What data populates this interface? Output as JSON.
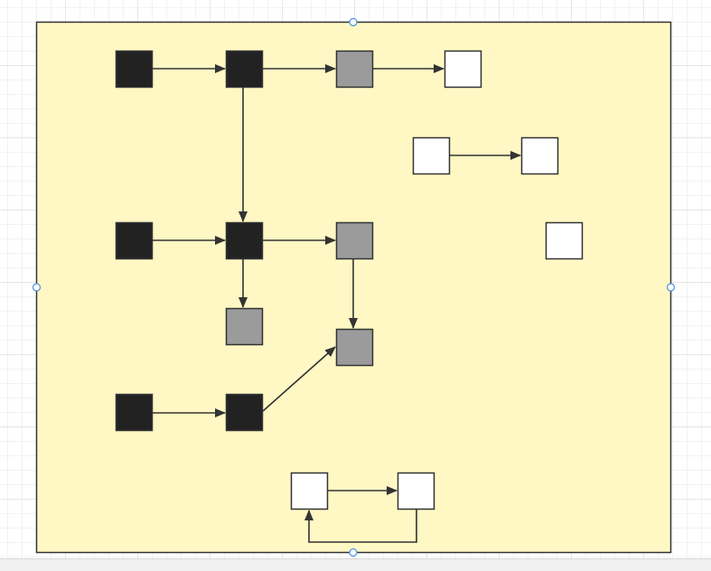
{
  "colors": {
    "container_fill": "#fff8c4",
    "container_stroke": "#333333",
    "node_black": "#222222",
    "node_gray": "#9b9b9b",
    "node_white": "#ffffff",
    "node_stroke": "#333333",
    "edge": "#333333",
    "handle_stroke": "#4a90e2"
  },
  "diagram": {
    "nodes": [
      {
        "id": "n1",
        "fill": "black"
      },
      {
        "id": "n2",
        "fill": "black"
      },
      {
        "id": "n3",
        "fill": "gray"
      },
      {
        "id": "n4",
        "fill": "white"
      },
      {
        "id": "n5",
        "fill": "white"
      },
      {
        "id": "n6",
        "fill": "white"
      },
      {
        "id": "n7",
        "fill": "black"
      },
      {
        "id": "n8",
        "fill": "black"
      },
      {
        "id": "n9",
        "fill": "gray"
      },
      {
        "id": "n10",
        "fill": "white"
      },
      {
        "id": "n11",
        "fill": "gray"
      },
      {
        "id": "n12",
        "fill": "gray"
      },
      {
        "id": "n13",
        "fill": "black"
      },
      {
        "id": "n14",
        "fill": "black"
      },
      {
        "id": "n15",
        "fill": "white"
      },
      {
        "id": "n16",
        "fill": "white"
      }
    ],
    "edges": [
      {
        "from": "n1",
        "to": "n2"
      },
      {
        "from": "n2",
        "to": "n3"
      },
      {
        "from": "n3",
        "to": "n4"
      },
      {
        "from": "n2",
        "to": "n8"
      },
      {
        "from": "n5",
        "to": "n6"
      },
      {
        "from": "n7",
        "to": "n8"
      },
      {
        "from": "n8",
        "to": "n9"
      },
      {
        "from": "n8",
        "to": "n11"
      },
      {
        "from": "n9",
        "to": "n12"
      },
      {
        "from": "n13",
        "to": "n14"
      },
      {
        "from": "n14",
        "to": "n12"
      },
      {
        "from": "n15",
        "to": "n16"
      },
      {
        "from": "n16",
        "to": "n15"
      }
    ]
  }
}
